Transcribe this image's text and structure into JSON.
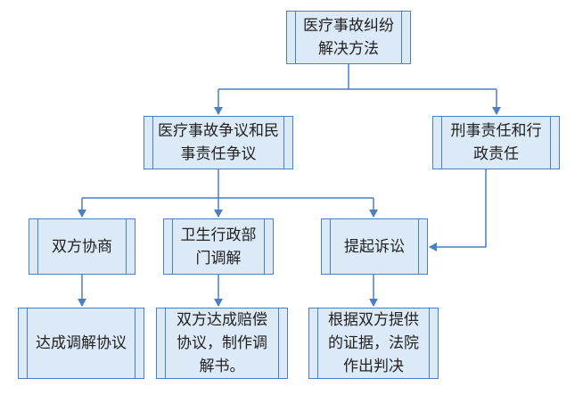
{
  "colors": {
    "fill": "#dce9f6",
    "stroke": "#4a7fc1",
    "text": "#222222"
  },
  "nodes": {
    "root": "医疗事故纠纷解决方法",
    "civil": "医疗事故争议和民事责任争议",
    "criminal": "刑事责任和行政责任",
    "negotiate": "双方协商",
    "health": "卫生行政部门调解",
    "lawsuit": "提起诉讼",
    "mediation_agreement": "达成调解协议",
    "compensation": "双方达成赔偿协议，制作调解书。",
    "verdict": "根据双方提供的证据，法院作出判决"
  }
}
